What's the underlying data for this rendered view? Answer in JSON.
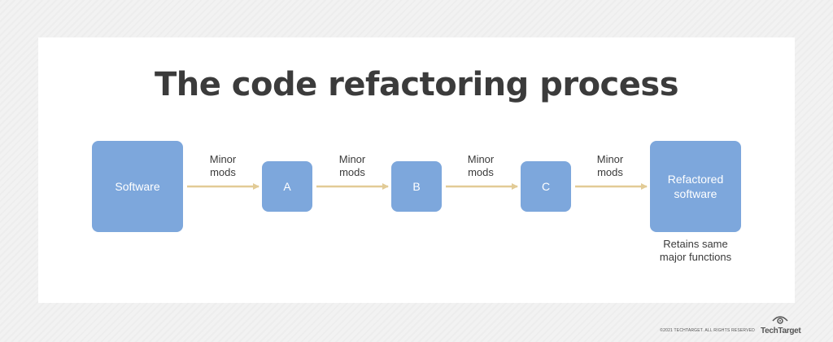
{
  "title": "The code refactoring process",
  "nodes": {
    "software": "Software",
    "a": "A",
    "b": "B",
    "c": "C",
    "refactored": "Refactored\nsoftware"
  },
  "edges": [
    {
      "label": "Minor\nmods"
    },
    {
      "label": "Minor\nmods"
    },
    {
      "label": "Minor\nmods"
    },
    {
      "label": "Minor\nmods"
    }
  ],
  "note": "Retains same\nmajor functions",
  "footer": {
    "copyright": "©2021 TECHTARGET. ALL RIGHTS RESERVED",
    "logo": "TechTarget"
  },
  "colors": {
    "node_fill": "#7da7dc",
    "arrow": "#e2cb96",
    "title_text": "#3b3b3b"
  }
}
